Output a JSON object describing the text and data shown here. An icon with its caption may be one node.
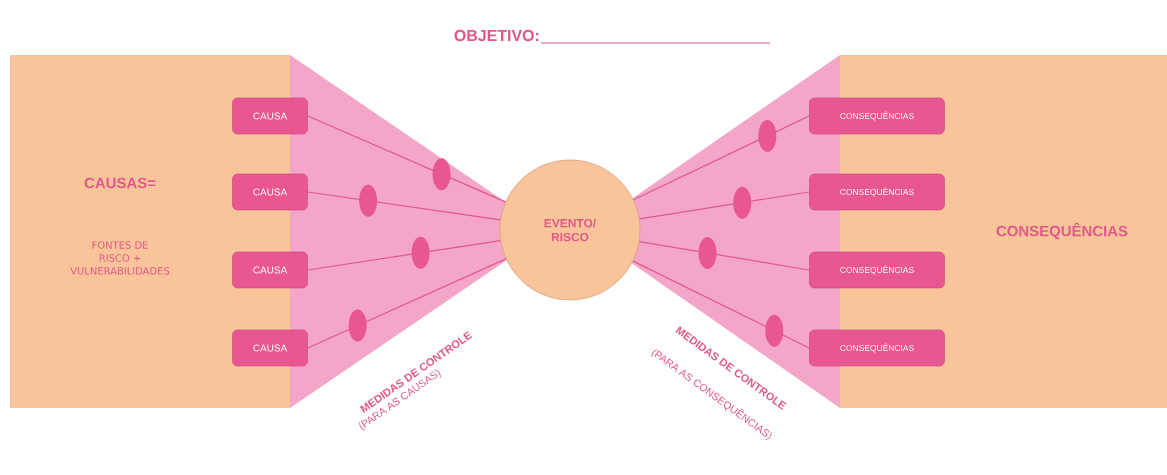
{
  "diagram": {
    "title": "OBJETIVO:",
    "nodes": [
      {
        "text": [
          "CAUSAS=",
          "FONTES DE RISCO + VULNERABILIDADES"
        ]
      },
      {
        "text": [
          "CAUSA"
        ]
      },
      {
        "text": [
          "CAUSA"
        ]
      },
      {
        "text": [
          "CAUSA"
        ]
      },
      {
        "text": [
          "CAUSA"
        ]
      },
      {
        "text": [
          "EVENTO/ RISCO"
        ]
      },
      {
        "text": [
          "CONSEQUÊNCIAS"
        ]
      },
      {
        "text": [
          "CONSEQUÊNCIAS"
        ]
      },
      {
        "text": [
          "CONSEQUÊNCIAS"
        ]
      },
      {
        "text": [
          "CONSEQUÊNCIAS"
        ]
      },
      {
        "text": [
          "CONSEQUÊNCIAS"
        ]
      }
    ],
    "edges": [
      {
        "from": 1,
        "to": 5,
        "arrow": "none"
      },
      {
        "from": 2,
        "to": 5,
        "arrow": "none"
      },
      {
        "from": 3,
        "to": 5,
        "arrow": "none"
      },
      {
        "from": 4,
        "to": 5,
        "arrow": "none"
      },
      {
        "from": 5,
        "to": 6,
        "arrow": "none"
      },
      {
        "from": 5,
        "to": 7,
        "arrow": "none"
      },
      {
        "from": 5,
        "to": 8,
        "arrow": "none"
      },
      {
        "from": 5,
        "to": 9,
        "arrow": "none"
      }
    ],
    "labels": [
      "MEDIDAS DE CONTROLE",
      "(PARA AS CAUSAS)",
      "MEDIDAS DE CONTROLE",
      "(PARA AS CONSEQUÊNCIAS)"
    ]
  }
}
